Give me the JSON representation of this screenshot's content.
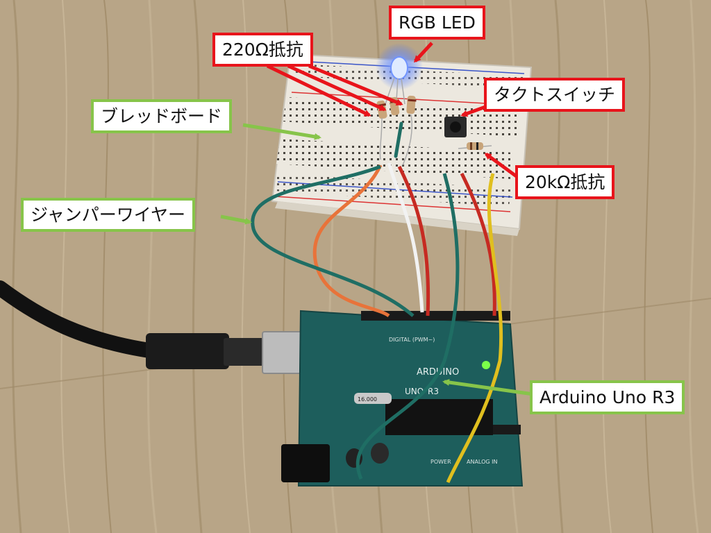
{
  "image": {
    "subject": "Arduino Uno R3 connected by jumper wires to a breadboard with an RGB LED, resistors and a tactile switch, on a wooden floor",
    "labels": {
      "rgb_led": "RGB LED",
      "resistor_220": "220Ω抵抗",
      "tact_switch": "タクトスイッチ",
      "breadboard": "ブレッドボード",
      "resistor_20k": "20kΩ抵抗",
      "jumper_wire": "ジャンパーワイヤー",
      "arduino": "Arduino Uno R3"
    },
    "board_print": {
      "logo_text": "ARDUINO",
      "model": "UNO",
      "revision": "R3",
      "header_digital": "DIGITAL (PWM~)",
      "header_power": "POWER",
      "header_analog": "ANALOG IN",
      "crystal": "16.000"
    }
  },
  "colors": {
    "callout_red": "#e8141b",
    "callout_green": "#87c44a",
    "board_green": "#1d5e5c",
    "breadboard_white": "#ece8df",
    "wire_orange": "#e8733a",
    "wire_white": "#f2f2f2",
    "wire_red": "#c62a22",
    "wire_teal": "#1f6e64",
    "wire_yellow": "#e0bf1f",
    "led_blue": "#3a6bff"
  }
}
